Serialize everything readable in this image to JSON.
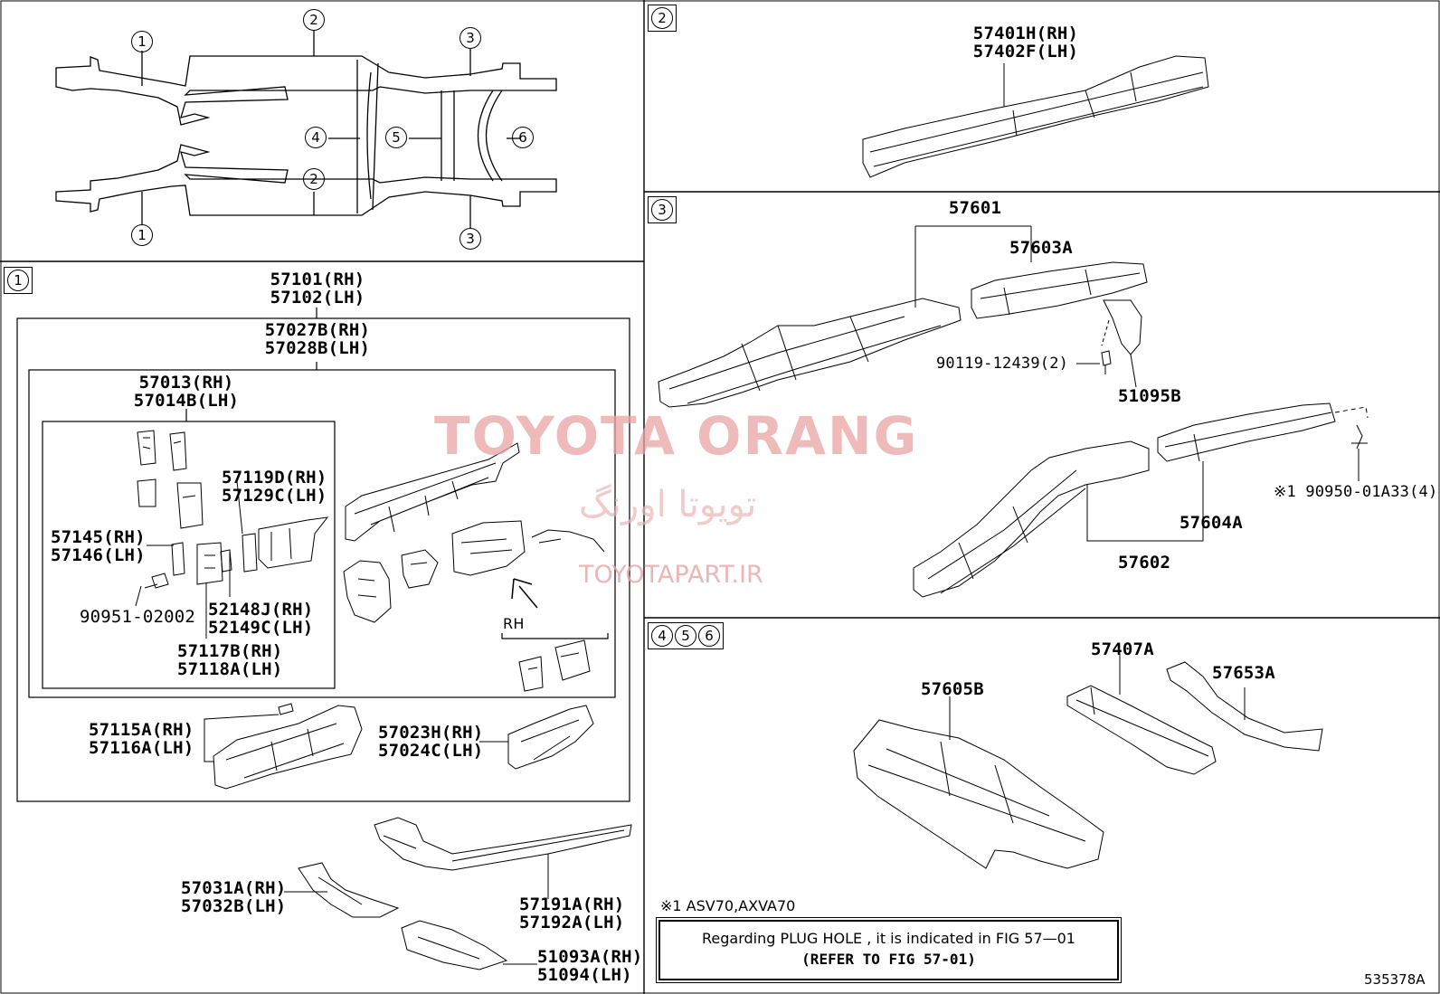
{
  "watermark": {
    "brand": "TOYOTA ORANG",
    "persian": "تویوتا اورنگ",
    "site": "TOYOTAPART.IR"
  },
  "overview": {
    "callouts": [
      "1",
      "2",
      "3",
      "4",
      "5",
      "6",
      "1",
      "2",
      "3"
    ]
  },
  "section1": {
    "tag": "1",
    "labels": {
      "p57101": "57101(RH)",
      "p57102": "57102(LH)",
      "p57027": "57027B(RH)",
      "p57028": "57028B(LH)",
      "p57013": "57013(RH)",
      "p57014": "57014B(LH)",
      "p57119": "57119D(RH)",
      "p57129": "57129C(LH)",
      "p57145": "57145(RH)",
      "p57146": "57146(LH)",
      "p90951": "90951-02002",
      "p52148": "52148J(RH)",
      "p52149": "52149C(LH)",
      "p57117": "57117B(RH)",
      "p57118": "57118A(LH)",
      "rh": "RH",
      "p57115": "57115A(RH)",
      "p57116": "57116A(LH)",
      "p57023": "57023H(RH)",
      "p57024": "57024C(LH)",
      "p57031": "57031A(RH)",
      "p57032": "57032B(LH)",
      "p57191": "57191A(RH)",
      "p57192": "57192A(LH)",
      "p51093": "51093A(RH)",
      "p51094": "51094(LH)"
    }
  },
  "section2": {
    "tag": "2",
    "labels": {
      "p57401": "57401H(RH)",
      "p57402": "57402F(LH)"
    }
  },
  "section3": {
    "tag": "3",
    "labels": {
      "p57601": "57601",
      "p57603": "57603A",
      "p90119": "90119-12439(2)",
      "p51095": "51095B",
      "p90950": "※1 90950-01A33(4)",
      "p57604": "57604A",
      "p57602": "57602"
    }
  },
  "section456": {
    "tags": [
      "4",
      "5",
      "6"
    ],
    "labels": {
      "p57407": "57407A",
      "p57653": "57653A",
      "p57605": "57605B"
    }
  },
  "footnote": "※1 ASV70,AXVA70",
  "plug_note": {
    "line1": "Regarding  PLUG  HOLE , it is indicated in FIG  57—01",
    "line2": "(REFER TO FIG 57-01)"
  },
  "figure_ref": "535378A"
}
